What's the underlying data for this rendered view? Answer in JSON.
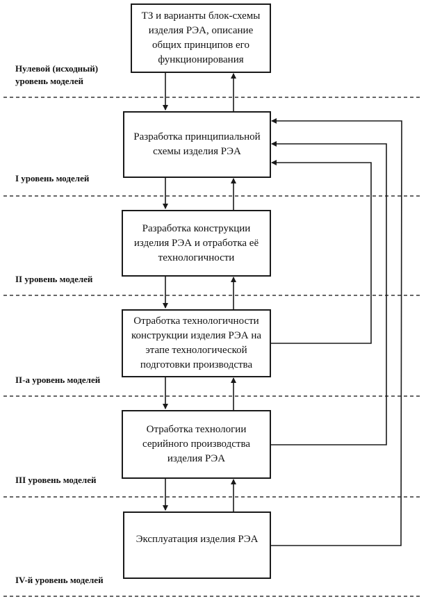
{
  "blocks": [
    {
      "id": "b0",
      "text": "ТЗ и варианты блок-схемы\nизделия  РЭА, описание\nобщих принципов его\nфункционирования"
    },
    {
      "id": "b1",
      "text": "Разработка принципиальной\nсхемы изделия  РЭА"
    },
    {
      "id": "b2",
      "text": "Разработка конструкции\nизделия   РЭА и отработка её\nтехнологичности"
    },
    {
      "id": "b3",
      "text": "Отработка технологичности\nконструкции изделия  РЭА на\nэтапе технологической\nподготовки производства"
    },
    {
      "id": "b4",
      "text": "Отработка технологии\nсерийного производства\nизделия  РЭА\n "
    },
    {
      "id": "b5",
      "text": "Эксплуатация изделия  РЭА"
    }
  ],
  "levels": [
    {
      "label": "Нулевой (исходный)\nуровень моделей"
    },
    {
      "label": "I уровень моделей"
    },
    {
      "label": "II уровень моделей"
    },
    {
      "label": "II-а уровень моделей"
    },
    {
      "label": "III уровень моделей"
    },
    {
      "label": "IV-й уровень моделей"
    }
  ],
  "connections": [
    {
      "from": "b0",
      "to": "b1",
      "type": "bidirectional"
    },
    {
      "from": "b1",
      "to": "b2",
      "type": "bidirectional"
    },
    {
      "from": "b2",
      "to": "b3",
      "type": "bidirectional"
    },
    {
      "from": "b3",
      "to": "b4",
      "type": "bidirectional"
    },
    {
      "from": "b4",
      "to": "b5",
      "type": "bidirectional"
    },
    {
      "from": "b3",
      "to": "b1",
      "type": "feedback"
    },
    {
      "from": "b4",
      "to": "b1",
      "type": "feedback"
    },
    {
      "from": "b5",
      "to": "b1",
      "type": "feedback"
    }
  ]
}
